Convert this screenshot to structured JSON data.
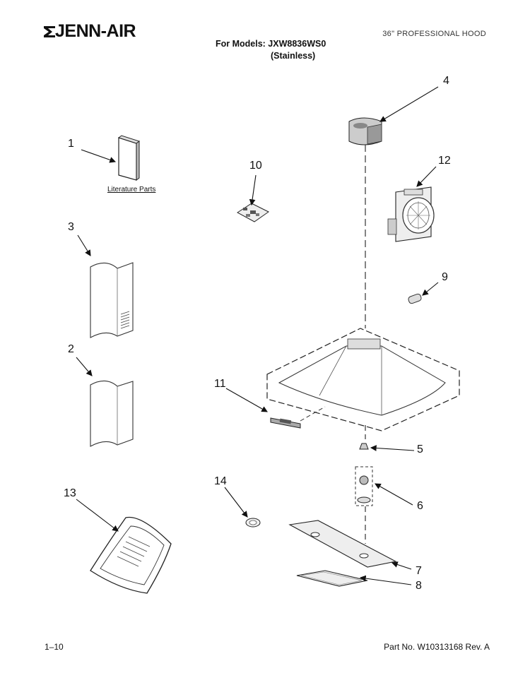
{
  "header": {
    "brand": "JENN-AIR",
    "product": "36\" PROFESSIONAL HOOD",
    "models_line": "For Models: JXW8836WS0",
    "finish_line": "(Stainless)"
  },
  "footer": {
    "page_number": "1–10",
    "part_number": "Part No. W10313168 Rev. A"
  },
  "diagram": {
    "literature_label": "Literature Parts",
    "callouts": {
      "c1": "1",
      "c2": "2",
      "c3": "3",
      "c4": "4",
      "c5": "5",
      "c6": "6",
      "c7": "7",
      "c8": "8",
      "c9": "9",
      "c10": "10",
      "c11": "11",
      "c12": "12",
      "c13": "13",
      "c14": "14"
    }
  }
}
